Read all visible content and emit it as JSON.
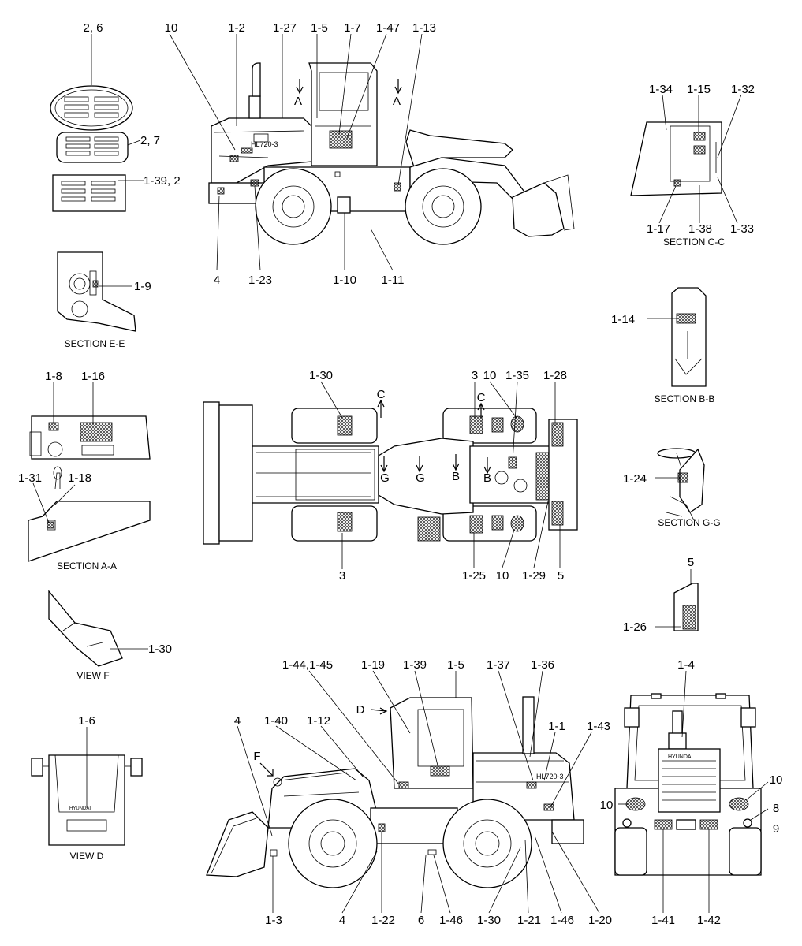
{
  "labels": {
    "top_2_6": "2, 6",
    "top_2_7": "2, 7",
    "top_1_39_2": "1-39, 2",
    "top_10": "10",
    "top_1_2": "1-2",
    "top_1_27": "1-27",
    "top_1_5": "1-5",
    "top_1_7": "1-7",
    "top_1_47": "1-47",
    "top_1_13": "1-13",
    "top_A_left": "A",
    "top_A_right": "A",
    "top_4": "4",
    "top_1_23": "1-23",
    "top_1_10": "1-10",
    "top_1_11": "1-11",
    "ee_1_9": "1-9",
    "cc_1_34": "1-34",
    "cc_1_15": "1-15",
    "cc_1_32": "1-32",
    "cc_1_17": "1-17",
    "cc_1_38": "1-38",
    "cc_1_33": "1-33",
    "bb_1_14": "1-14",
    "aa_1_8": "1-8",
    "aa_1_16": "1-16",
    "aa_1_31": "1-31",
    "aa_1_18": "1-18",
    "plan_1_30": "1-30",
    "plan_3_top": "3",
    "plan_10_top": "10",
    "plan_1_35": "1-35",
    "plan_1_28": "1-28",
    "plan_C_left": "C",
    "plan_C_right": "C",
    "plan_G_left": "G",
    "plan_G_right": "G",
    "plan_B_left": "B",
    "plan_B_right": "B",
    "plan_3_bottom": "3",
    "plan_1_25": "1-25",
    "plan_10_bottom": "10",
    "plan_1_29": "1-29",
    "plan_5": "5",
    "gg_1_24": "1-24",
    "r5_5": "5",
    "r5_1_26": "1-26",
    "f_1_30": "1-30",
    "d_1_6": "1-6",
    "bot_1_44_45": "1-44,1-45",
    "bot_1_19": "1-19",
    "bot_1_39": "1-39",
    "bot_1_5": "1-5",
    "bot_1_37": "1-37",
    "bot_1_36": "1-36",
    "bot_D": "D",
    "bot_4_top": "4",
    "bot_1_40": "1-40",
    "bot_1_12": "1-12",
    "bot_F": "F",
    "bot_1_1": "1-1",
    "bot_1_43": "1-43",
    "bot_1_3": "1-3",
    "bot_4_bottom": "4",
    "bot_1_22": "1-22",
    "bot_6": "6",
    "bot_1_46_a": "1-46",
    "bot_1_30": "1-30",
    "bot_1_21": "1-21",
    "bot_1_46_b": "1-46",
    "bot_1_20": "1-20",
    "rear_1_4": "1-4",
    "rear_10_left": "10",
    "rear_10_right": "10",
    "rear_8": "8",
    "rear_9": "9",
    "rear_1_41": "1-41",
    "rear_1_42": "1-42"
  },
  "sections": {
    "section_ee": "SECTION E-E",
    "section_aa": "SECTION A-A",
    "view_f": "VIEW F",
    "view_d": "VIEW D",
    "section_cc": "SECTION C-C",
    "section_bb": "SECTION B-B",
    "section_gg": "SECTION G-G"
  },
  "decals": {
    "model_badge_side": "HL720-3",
    "model_badge_rear": "HL720-3",
    "brand_text": "HYUNDAI"
  },
  "colors": {
    "line": "#000000",
    "background": "#ffffff"
  }
}
